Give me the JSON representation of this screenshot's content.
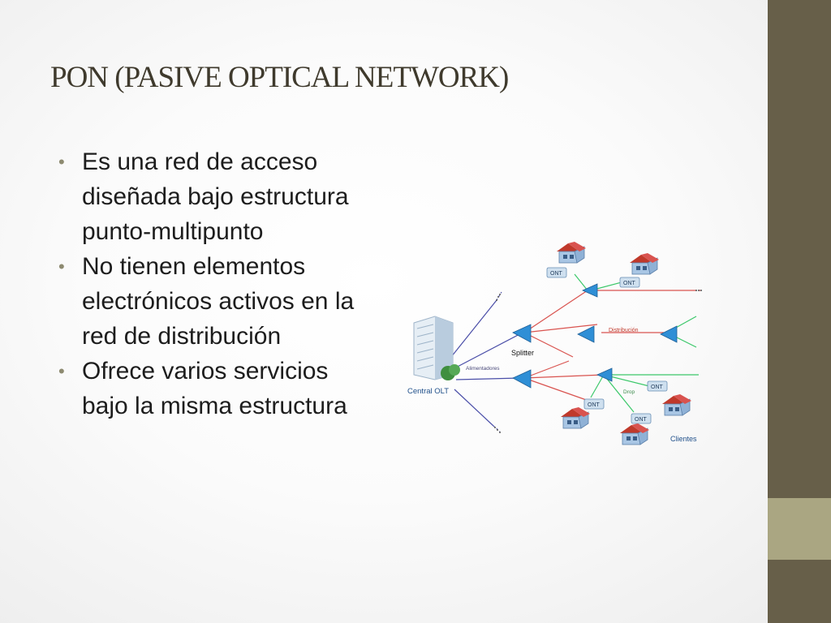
{
  "slide": {
    "title": "PON (PASIVE OPTICAL NETWORK)",
    "bullets": [
      "Es una red de acceso diseñada bajo estructura punto-multipunto",
      "No tienen elementos electrónicos activos en la red de distribución",
      "Ofrece varios servicios bajo la misma estructura"
    ]
  },
  "diagram": {
    "labels": {
      "central": "Central OLT",
      "splitter": "Splitter",
      "alimentadores": "Alimentadores",
      "distribucion": "Distribución",
      "drop": "Drop",
      "clientes": "Clientes",
      "ont": "ONT"
    }
  },
  "colors": {
    "sidebar": "#675f49",
    "sidebar_accent": "#aaa682",
    "feeder_line": "#4a4ea8",
    "distribution_line": "#d9534f",
    "drop_line": "#3cc86a",
    "splitter": "#2f8fd6"
  }
}
